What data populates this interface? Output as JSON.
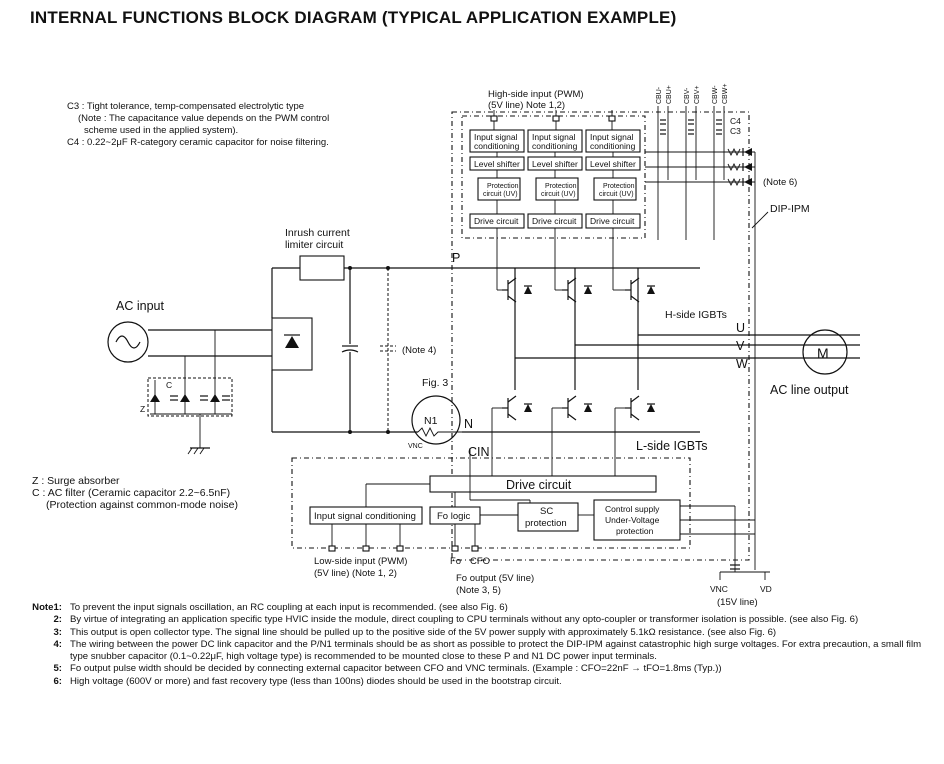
{
  "title": "INTERNAL FUNCTIONS BLOCK DIAGRAM (TYPICAL APPLICATION EXAMPLE)",
  "capacitor_notes": {
    "c3": "C3 : Tight tolerance, temp-compensated electrolytic type",
    "c3_note1": "(Note : The capacitance value depends on the PWM control",
    "c3_note2": "scheme used in the applied system).",
    "c4": "C4 : 0.22~2μF R-category ceramic capacitor for noise filtering."
  },
  "high_side_input": {
    "line1": "High-side input (PWM)",
    "line2": "(5V line)     Note 1,2)"
  },
  "high_side_blocks": {
    "input_signal_conditioning": [
      "Input signal",
      "conditioning"
    ],
    "level_shifter": "Level shifter",
    "protection": [
      "Protection",
      "circuit (UV)"
    ],
    "drive_circuit": "Drive circuit"
  },
  "terminals_top": [
    "CBU-",
    "CBU+",
    "CBV-",
    "CBV+",
    "CBW-",
    "CBW+"
  ],
  "labels": {
    "c4": "C4",
    "c3": "C3",
    "note6": "(Note 6)",
    "dip_ipm": "DIP-IPM",
    "inrush_line1": "Inrush current",
    "inrush_line2": "limiter circuit",
    "p": "P",
    "ac_input": "AC input",
    "note4": "(Note 4)",
    "fig3": "Fig. 3",
    "n1": "N1",
    "n": "N",
    "vnc_small": "VNC",
    "cin": "CIN",
    "h_side_igbts": "H-side IGBTs",
    "l_side_igbts": "L-side IGBTs",
    "u": "U",
    "v": "V",
    "w": "W",
    "motor": "M",
    "ac_line_output": "AC line output",
    "z": "Z",
    "c": "C",
    "drive_circuit_low": "Drive circuit",
    "input_signal_conditioning_low": "Input signal conditioning",
    "fo_logic": "Fo logic",
    "sc_protection": [
      "SC",
      "protection"
    ],
    "control_supply": [
      "Control supply",
      "Under-Voltage",
      "protection"
    ],
    "fo": "Fo",
    "cfo": "CFO",
    "low_side_input_line1": "Low-side input (PWM)",
    "low_side_input_line2": "(5V line)     (Note 1, 2)",
    "fo_output_line1": "Fo output (5V line)",
    "fo_output_line2": "(Note 3, 5)",
    "vnc_terminal": "VNC",
    "vd_terminal": "VD",
    "v15_line": "(15V line)"
  },
  "legend": {
    "z": "Z : Surge absorber",
    "c": "C : AC filter (Ceramic capacitor 2.2~6.5nF)",
    "c_sub": "(Protection against common-mode noise)"
  },
  "notes": [
    {
      "num": "Note1:",
      "text": "To prevent the input signals oscillation, an RC coupling at each input is recommended.  (see also Fig. 6)"
    },
    {
      "num": "2:",
      "text": "By virtue of integrating an application specific type HVIC inside the module, direct coupling to CPU terminals without any opto-coupler or transformer isolation is possible.  (see also Fig. 6)"
    },
    {
      "num": "3:",
      "text": "This output is open collector type. The signal line should be  pulled up to the positive side of the 5V power supply with approximately 5.1kΩ resistance. (see also Fig. 6)"
    },
    {
      "num": "4:",
      "text": "The wiring between the power DC link capacitor and the P/N1 terminals should be as short as possible to protect the DIP-IPM against catastrophic high surge voltages. For extra precaution, a small film type snubber capacitor (0.1~0.22μF, high voltage type) is recommended to be mounted close to these P and N1 DC power input terminals."
    },
    {
      "num": "5:",
      "text": "Fo output pulse width should be decided by connecting external capacitor between CFO and VNC terminals. (Example : CFO=22nF → tFO=1.8ms (Typ.))"
    },
    {
      "num": "6:",
      "text": "High voltage  (600V or more) and fast recovery type (less than 100ns) diodes should be used in the bootstrap circuit."
    }
  ]
}
